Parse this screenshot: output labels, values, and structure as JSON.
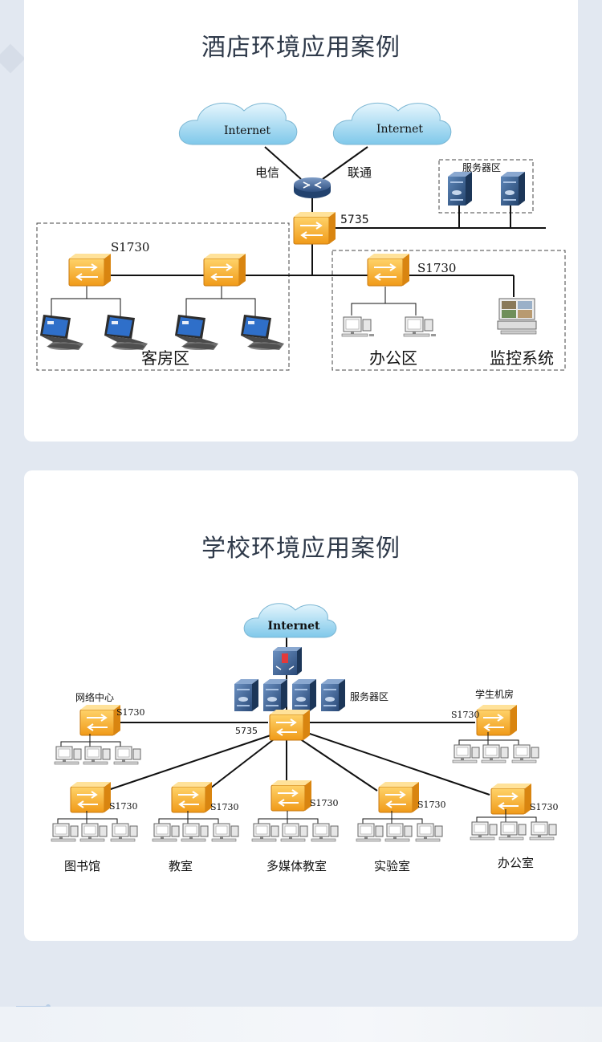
{
  "hotel": {
    "title": "酒店环境应用案例",
    "internet_left": "Internet",
    "internet_right": "Internet",
    "isp_left": "电信",
    "isp_right": "联通",
    "core_label": "5735",
    "server_zone": "服务器区",
    "left_switch_label": "S1730",
    "office_switch_label": "S1730",
    "zone_guest": "客房区",
    "zone_office": "办公区",
    "zone_monitor": "监控系统"
  },
  "school": {
    "title": "学校环境应用案例",
    "internet": "Internet",
    "server_zone": "服务器区",
    "core_label": "5735",
    "network_center": "网络中心",
    "network_center_switch": "S1730",
    "student_lab": "学生机房",
    "student_lab_switch": "S1730",
    "branches": [
      {
        "name": "图书馆",
        "switch": "S1730"
      },
      {
        "name": "教室",
        "switch": "S1730"
      },
      {
        "name": "多媒体教室",
        "switch": "S1730"
      },
      {
        "name": "实验室",
        "switch": "S1730"
      },
      {
        "name": "办公室",
        "switch": "S1730"
      }
    ]
  }
}
